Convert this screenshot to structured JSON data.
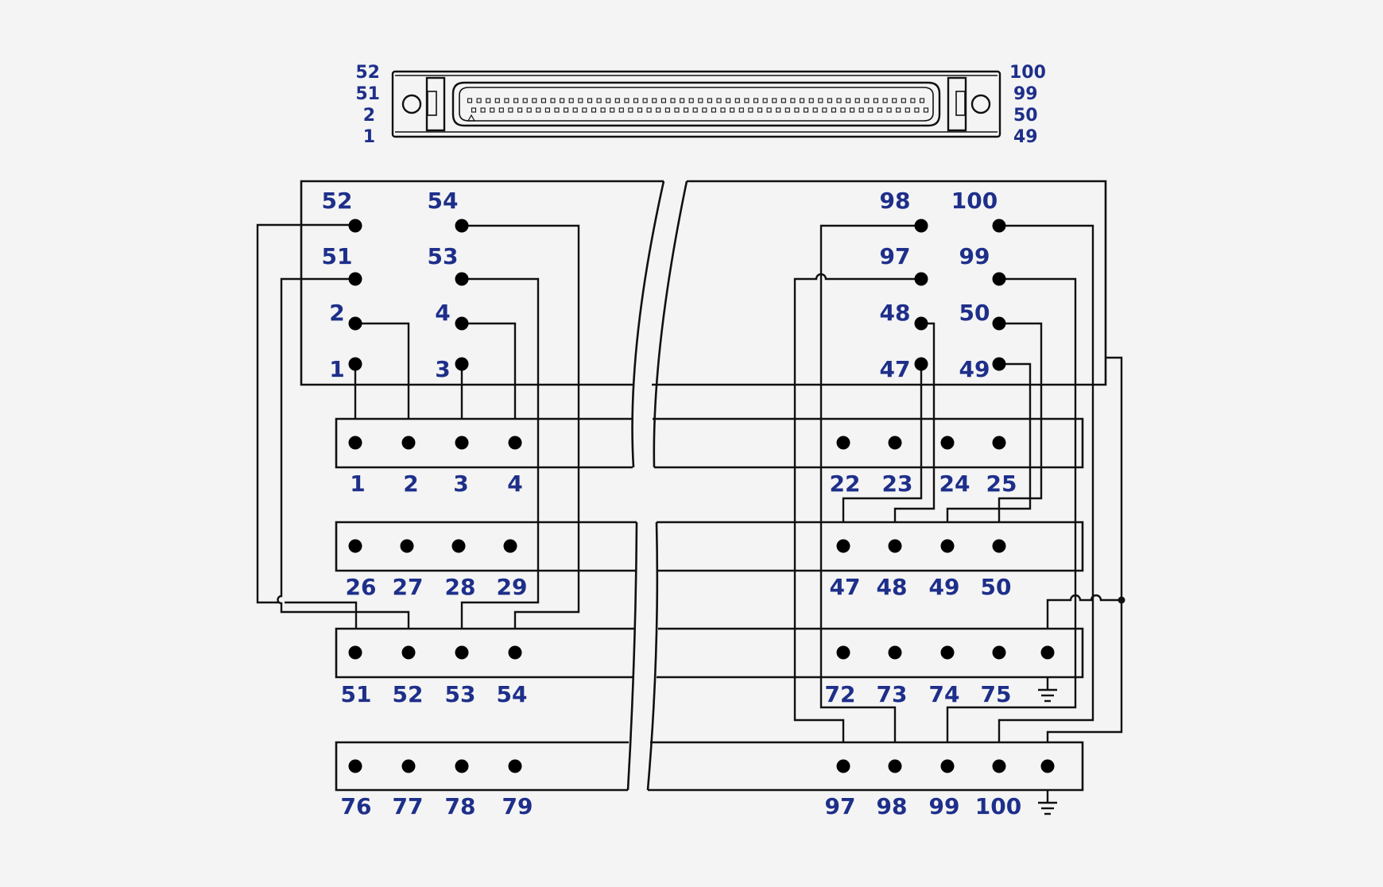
{
  "colors": {
    "background": "#f4f4f4",
    "line": "#111111",
    "label": "#1e2f8a"
  },
  "connector": {
    "left_labels": [
      "52",
      "51",
      "2",
      "1"
    ],
    "right_labels": [
      "100",
      "99",
      "50",
      "49"
    ]
  },
  "left_group": {
    "screw_labels": {
      "s52": "52",
      "s54": "54",
      "s51": "51",
      "s53": "53",
      "s2": "2",
      "s4": "4",
      "s1": "1",
      "s3": "3"
    }
  },
  "right_group": {
    "screw_labels": {
      "s98": "98",
      "s100": "100",
      "s97": "97",
      "s99": "99",
      "s48": "48",
      "s50": "50",
      "s47": "47",
      "s49": "49"
    }
  },
  "terminal_rows": {
    "row1": {
      "left": [
        "1",
        "2",
        "3",
        "4"
      ],
      "right": [
        "22",
        "23",
        "24",
        "25"
      ]
    },
    "row2": {
      "left": [
        "26",
        "27",
        "28",
        "29"
      ],
      "right": [
        "47",
        "48",
        "49",
        "50"
      ]
    },
    "row3": {
      "left": [
        "51",
        "52",
        "53",
        "54"
      ],
      "right": [
        "72",
        "73",
        "74",
        "75"
      ]
    },
    "row4": {
      "left": [
        "76",
        "77",
        "78",
        "79"
      ],
      "right": [
        "97",
        "98",
        "99",
        "100"
      ]
    }
  },
  "icons": {
    "screw": "screw-terminal-icon",
    "ground": "ground-icon",
    "connector": "scsi-100-pin-connector-icon"
  }
}
